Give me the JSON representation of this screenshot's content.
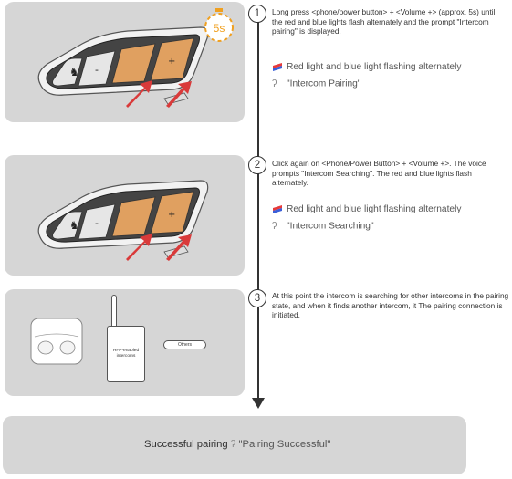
{
  "steps": [
    {
      "number": "1",
      "text": "Long press <phone/power button> + <Volume +> (approx. 5s) until the red and blue lights flash alternately and the prompt \"Intercom pairing\" is displayed.",
      "light_status": "Red light and blue light flashing alternately",
      "voice_prompt": "\"Intercom Pairing\""
    },
    {
      "number": "2",
      "text": "Click again on <Phone/Power Button> + <Volume +>. The voice prompts \"Intercom Searching\". The red and blue lights flash alternately.",
      "light_status": "Red light and blue light flashing alternately",
      "voice_prompt": "\"Intercom Searching\""
    },
    {
      "number": "3",
      "text": "At this point the intercom is searching for other intercoms in the pairing state, and when it finds another intercom, it The pairing connection is initiated."
    }
  ],
  "timer_label": "5s",
  "illustration": {
    "hfp_label": "HFP-enabled intercoms",
    "others_label": "Others"
  },
  "final": {
    "label": "Successful pairing",
    "voice_prompt": "\"Pairing Successful\""
  },
  "colors": {
    "panel": "#d6d6d6",
    "button_highlight": "#e0a060",
    "arrow_red": "#d93a3a",
    "timer_orange": "#f0a020",
    "light_red": "#e63b3b",
    "light_blue": "#3a5fd9"
  },
  "icons": {
    "light": "red-blue-light-icon",
    "voice": "ear-icon",
    "timer": "stopwatch-icon"
  }
}
